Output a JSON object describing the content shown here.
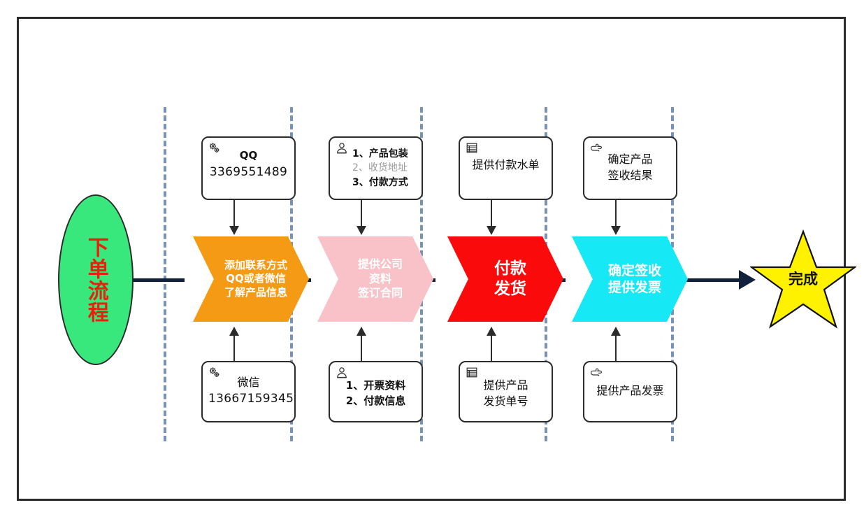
{
  "diagram": {
    "title": "下单流程",
    "start_node": {
      "label": "下单流程",
      "fill": "#39E87C",
      "text_color": "#E8200C"
    },
    "end_node": {
      "label": "完成",
      "fill": "#FFF200",
      "text_color": "#111111"
    },
    "spine_color": "#11203c",
    "divider_color": "#7793b8",
    "stages": [
      {
        "id": "stage-1",
        "chevron": {
          "lines": [
            "添加联系方式",
            "QQ或者微信",
            "了解产品信息"
          ],
          "fill": "#F59A14",
          "text_color": "#FFFFFF"
        },
        "top_box": {
          "icon": "gears-icon",
          "lines": [
            {
              "text": "QQ",
              "style": "bold"
            },
            {
              "text": "3369551489",
              "style": "number"
            }
          ]
        },
        "bottom_box": {
          "icon": "gears-icon",
          "lines": [
            {
              "text": "微信",
              "style": "normal"
            },
            {
              "text": "13667159345",
              "style": "number"
            }
          ]
        }
      },
      {
        "id": "stage-2",
        "chevron": {
          "lines": [
            "提供公司",
            "资料",
            "签订合同"
          ],
          "fill": "#F8C2C8",
          "text_color": "#FFFFFF"
        },
        "top_box": {
          "icon": "person-bust-icon",
          "lines": [
            {
              "text": "1、产品包装",
              "style": "bold"
            },
            {
              "text": "2、收货地址",
              "style": "dim"
            },
            {
              "text": "3、付款方式",
              "style": "bold"
            }
          ]
        },
        "bottom_box": {
          "icon": "person-bust-icon",
          "lines": [
            {
              "text": "1、开票资料",
              "style": "bold"
            },
            {
              "text": "2、付款信息",
              "style": "bold"
            }
          ]
        }
      },
      {
        "id": "stage-3",
        "chevron": {
          "lines": [
            "付款",
            "发货"
          ],
          "fill": "#FA0A0A",
          "text_color": "#FFFFFF"
        },
        "top_box": {
          "icon": "document-list-icon",
          "lines": [
            {
              "text": "提供付款水单",
              "style": "normal"
            }
          ]
        },
        "bottom_box": {
          "icon": "document-list-icon",
          "lines": [
            {
              "text": "提供产品",
              "style": "normal"
            },
            {
              "text": "发货单号",
              "style": "normal"
            }
          ]
        }
      },
      {
        "id": "stage-4",
        "chevron": {
          "lines": [
            "确定签收",
            "提供发票"
          ],
          "fill": "#17E8F5",
          "text_color": "#FFFFFF"
        },
        "top_box": {
          "icon": "pointing-hand-icon",
          "lines": [
            {
              "text": "确定产品",
              "style": "normal"
            },
            {
              "text": "签收结果",
              "style": "normal"
            }
          ]
        },
        "bottom_box": {
          "icon": "pointing-hand-icon",
          "lines": [
            {
              "text": "提供产品发票",
              "style": "normal"
            }
          ]
        }
      }
    ]
  },
  "s1": {
    "chev": {
      "l0": "添加联系方式",
      "l1": "QQ或者微信",
      "l2": "了解产品信息"
    },
    "top": {
      "l0": "QQ",
      "l1": "3369551489"
    },
    "bot": {
      "l0": "微信",
      "l1": "13667159345"
    }
  },
  "s2": {
    "chev": {
      "l0": "提供公司",
      "l1": "资料",
      "l2": "签订合同"
    },
    "top": {
      "l0": "1、产品包装",
      "l1": "2、收货地址",
      "l2": "3、付款方式"
    },
    "bot": {
      "l0": "1、开票资料",
      "l1": "2、付款信息"
    }
  },
  "s3": {
    "chev": {
      "l0": "付款",
      "l1": "发货"
    },
    "top": {
      "l0": "提供付款水单"
    },
    "bot": {
      "l0": "提供产品",
      "l1": "发货单号"
    }
  },
  "s4": {
    "chev": {
      "l0": "确定签收",
      "l1": "提供发票"
    },
    "top": {
      "l0": "确定产品",
      "l1": "签收结果"
    },
    "bot": {
      "l0": "提供产品发票"
    }
  },
  "start": {
    "label": "下单流程"
  },
  "end": {
    "label": "完成"
  }
}
